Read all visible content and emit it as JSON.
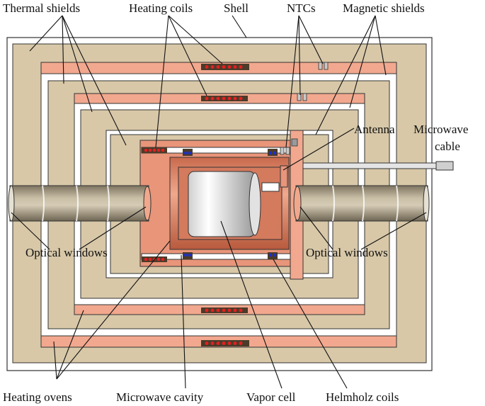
{
  "labels": {
    "thermal_shields": "Thermal shields",
    "heating_coils": "Heating coils",
    "shell": "Shell",
    "ntcs": "NTCs",
    "magnetic_shields": "Magnetic shields",
    "antenna": "Antenna",
    "microwave_cable_line1": "Microwave",
    "microwave_cable_line2": "cable",
    "optical_windows_left": "Optical windows",
    "optical_windows_right": "Optical windows",
    "heating_ovens": "Heating ovens",
    "microwave_cavity": "Microwave cavity",
    "vapor_cell": "Vapor cell",
    "helmholz_coils": "Helmholz coils"
  },
  "colors": {
    "thermal_shield": "#d8c8a8",
    "magnetic_shield": "#ffffff",
    "heating_oven": "#f2a88e",
    "copper": "#e8957a",
    "copper_dark": "#c76a4c",
    "coil_block": "#4a3b2a",
    "coil_dot_red": "#e02020",
    "coil_dot_blue": "#1a2fd0",
    "rod": "#b8ab94",
    "vapor_cell": "#f4f4f4",
    "outline": "#333333"
  }
}
